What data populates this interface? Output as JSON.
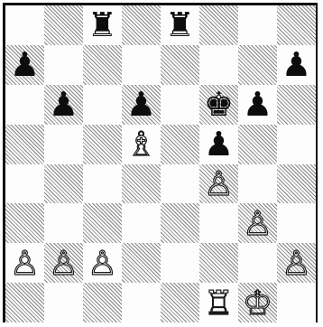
{
  "board": {
    "rows": [
      [
        null,
        null,
        "bR",
        null,
        "bR",
        null,
        null,
        null
      ],
      [
        "bP",
        null,
        null,
        null,
        null,
        null,
        null,
        "bP"
      ],
      [
        null,
        "bP",
        null,
        "bP",
        null,
        "bK",
        "bP",
        null
      ],
      [
        null,
        null,
        null,
        "wB",
        null,
        "bP",
        null,
        null
      ],
      [
        null,
        null,
        null,
        null,
        null,
        "wP",
        null,
        null
      ],
      [
        null,
        null,
        null,
        null,
        null,
        null,
        "wP",
        null
      ],
      [
        "wP",
        "wP",
        "wP",
        null,
        null,
        null,
        null,
        "wP"
      ],
      [
        null,
        null,
        null,
        null,
        null,
        "wR",
        "wK",
        null
      ]
    ],
    "dark_square_style": "hatched",
    "piece_glyphs": {
      "bR": "♜",
      "bP": "♟",
      "bK": "♚",
      "wR": "♖",
      "wP": "♙",
      "wB": "♗",
      "wK": "♔"
    },
    "piece_names": {
      "bR": "black-rook-icon",
      "bP": "black-pawn-icon",
      "bK": "black-king-icon",
      "wR": "white-rook-icon",
      "wP": "white-pawn-icon",
      "wB": "white-bishop-icon",
      "wK": "white-king-icon"
    }
  },
  "colors": {
    "ink": "#111111",
    "light_square": "#fdfdfd"
  }
}
